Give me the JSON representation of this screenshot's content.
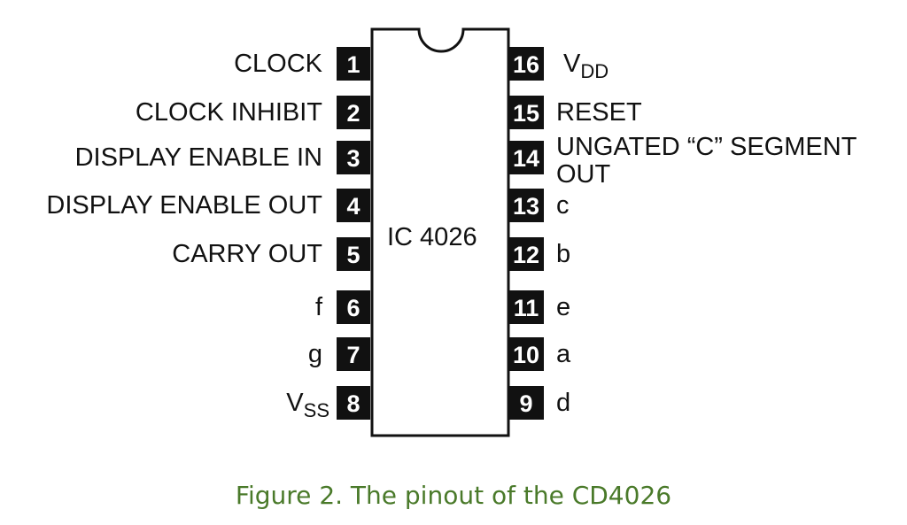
{
  "chip": {
    "label": "IC 4026"
  },
  "pins_left": [
    {
      "number": "1",
      "label": "CLOCK"
    },
    {
      "number": "2",
      "label": "CLOCK INHIBIT"
    },
    {
      "number": "3",
      "label": "DISPLAY ENABLE IN"
    },
    {
      "number": "4",
      "label": "DISPLAY ENABLE OUT"
    },
    {
      "number": "5",
      "label": "CARRY OUT"
    },
    {
      "number": "6",
      "label": "f"
    },
    {
      "number": "7",
      "label": "g"
    },
    {
      "number": "8",
      "label": "V",
      "subscript": "SS"
    }
  ],
  "pins_right": [
    {
      "number": "16",
      "label": "V",
      "subscript": "DD"
    },
    {
      "number": "15",
      "label": "RESET"
    },
    {
      "number": "14",
      "label": "UNGATED “C” SEGMENT",
      "label_line2": "OUT"
    },
    {
      "number": "13",
      "label": "c"
    },
    {
      "number": "12",
      "label": "b"
    },
    {
      "number": "11",
      "label": "e"
    },
    {
      "number": "10",
      "label": "a"
    },
    {
      "number": "9",
      "label": "d"
    }
  ],
  "caption": "Figure 2. The pinout of the CD4026",
  "colors": {
    "caption": "#4a7a2a",
    "pin_box": "#111111"
  }
}
